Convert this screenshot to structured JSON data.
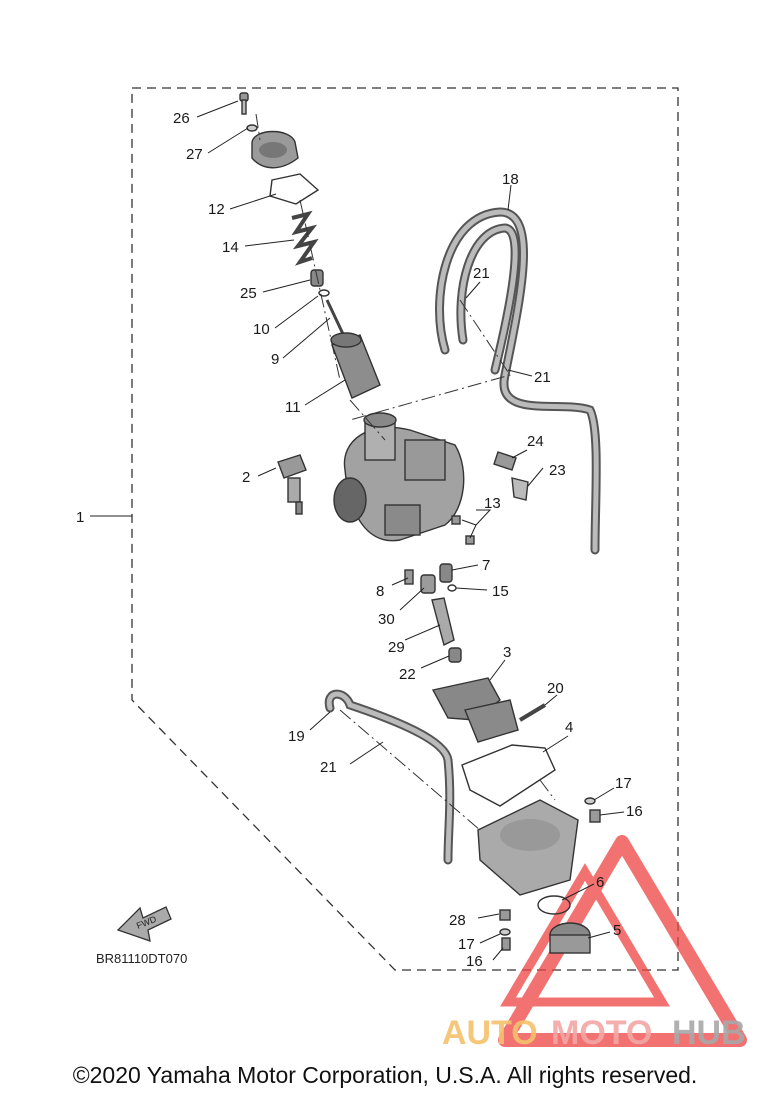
{
  "diagram": {
    "drawing_code": "BR81110DT070",
    "fwd_label": "FWD",
    "callouts": [
      {
        "id": "c26",
        "text": "26"
      },
      {
        "id": "c27",
        "text": "27"
      },
      {
        "id": "c12",
        "text": "12"
      },
      {
        "id": "c14",
        "text": "14"
      },
      {
        "id": "c25",
        "text": "25"
      },
      {
        "id": "c10",
        "text": "10"
      },
      {
        "id": "c9",
        "text": "9"
      },
      {
        "id": "c11",
        "text": "11"
      },
      {
        "id": "c18",
        "text": "18"
      },
      {
        "id": "c21a",
        "text": "21"
      },
      {
        "id": "c21b",
        "text": "21"
      },
      {
        "id": "c2",
        "text": "2"
      },
      {
        "id": "c24",
        "text": "24"
      },
      {
        "id": "c23",
        "text": "23"
      },
      {
        "id": "c1",
        "text": "1"
      },
      {
        "id": "c13",
        "text": "13"
      },
      {
        "id": "c7",
        "text": "7"
      },
      {
        "id": "c8",
        "text": "8"
      },
      {
        "id": "c15",
        "text": "15"
      },
      {
        "id": "c30",
        "text": "30"
      },
      {
        "id": "c29",
        "text": "29"
      },
      {
        "id": "c22",
        "text": "22"
      },
      {
        "id": "c3",
        "text": "3"
      },
      {
        "id": "c20",
        "text": "20"
      },
      {
        "id": "c19",
        "text": "19"
      },
      {
        "id": "c4",
        "text": "4"
      },
      {
        "id": "c21c",
        "text": "21"
      },
      {
        "id": "c17a",
        "text": "17"
      },
      {
        "id": "c16a",
        "text": "16"
      },
      {
        "id": "c6",
        "text": "6"
      },
      {
        "id": "c28",
        "text": "28"
      },
      {
        "id": "c5",
        "text": "5"
      },
      {
        "id": "c17b",
        "text": "17"
      },
      {
        "id": "c16b",
        "text": "16"
      }
    ]
  },
  "watermark": {
    "part1": "AUTO",
    "part2": "MOTO",
    "part3": "HUB",
    "colors": {
      "part1": "#f5c16c",
      "part2": "#f2a6a6",
      "part3": "#a8a8a8",
      "triangle": "#ee4444"
    }
  },
  "footer": {
    "copyright": "©2020 Yamaha Motor Corporation, U.S.A. All rights reserved."
  }
}
